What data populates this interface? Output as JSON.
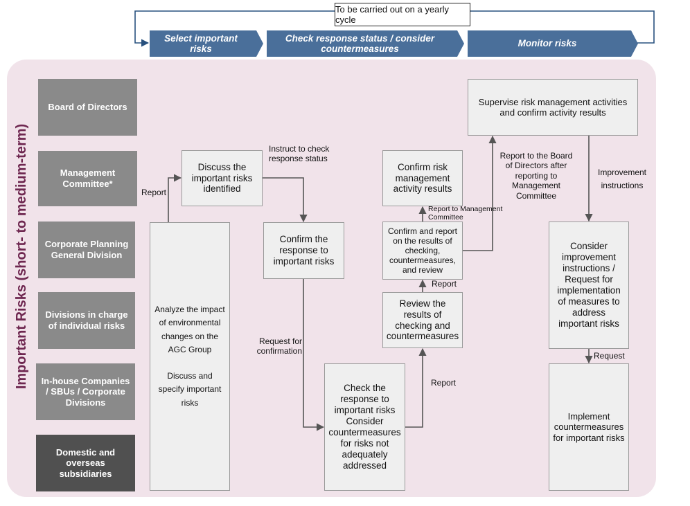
{
  "cycle_label": "To be carried out on a yearly cycle",
  "phases": [
    "Select important risks",
    "Check response status / consider countermeasures",
    "Monitor risks"
  ],
  "side_label": "Important Risks (short- to medium-term)",
  "roles": [
    "Board of Directors",
    "Management Committee*",
    "Corporate Planning General Division",
    "Divisions in charge of individual risks",
    "In-house Companies / SBUs / Corporate Divisions",
    "Domestic and overseas subsidiaries"
  ],
  "boxes": {
    "analyze": "Analyze the impact of environmental changes on the AGC Group\n\nDiscuss and specify important risks",
    "discuss": "Discuss the important risks identified",
    "confirm_response": "Confirm the response to important risks",
    "check_response": "Check the response to important risks Consider countermeasures for risks not adequately addressed",
    "review": "Review the results of checking and countermeasures",
    "confirm_report": "Confirm and report on the results of checking, countermeasures, and review",
    "confirm_activity": "Confirm risk management activity results",
    "supervise": "Supervise risk management activities and confirm activity results",
    "consider": "Consider improvement instructions / Request for implementation of measures to address important risks",
    "implement": "Implement countermeasures for important risks"
  },
  "labels": {
    "report_1": "Report",
    "instruct": "Instruct to check response status",
    "request_confirmation": "Request for confirmation",
    "report_2": "Report",
    "report_3": "Report",
    "report_mgmt": "Report to Management Committee",
    "report_board": "Report to the Board of Directors after reporting to Management Committee",
    "improvement": "Improvement instructions",
    "request": "Request"
  }
}
